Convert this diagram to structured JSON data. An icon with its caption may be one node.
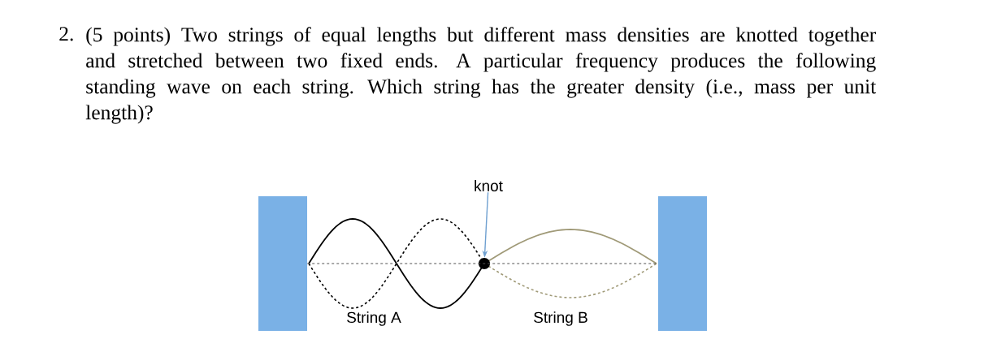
{
  "diagram": {
    "nodes": [
      {
        "text": [],
        "shape": "box"
      },
      {
        "text": [
          "knot"
        ]
      },
      {
        "text": [],
        "shape": "circle"
      },
      {
        "text": [],
        "shape": "box"
      }
    ],
    "edges": [
      {
        "from": 1,
        "to": 2,
        "arrow": "to",
        "color": "#6fa0d0"
      },
      {
        "from": 0,
        "to": 3,
        "arrow": "none",
        "style": "dashed",
        "color": "#555555"
      }
    ],
    "labels": [
      "2.",
      "(5 points) Two strings of equal lengths but different mass densities are knotted together and stretched between two fixed ends. A particular frequency produces the following standing wave on each string. Which string has the greater density (i.e., mass per unit length)?",
      "String A",
      "String B"
    ]
  }
}
